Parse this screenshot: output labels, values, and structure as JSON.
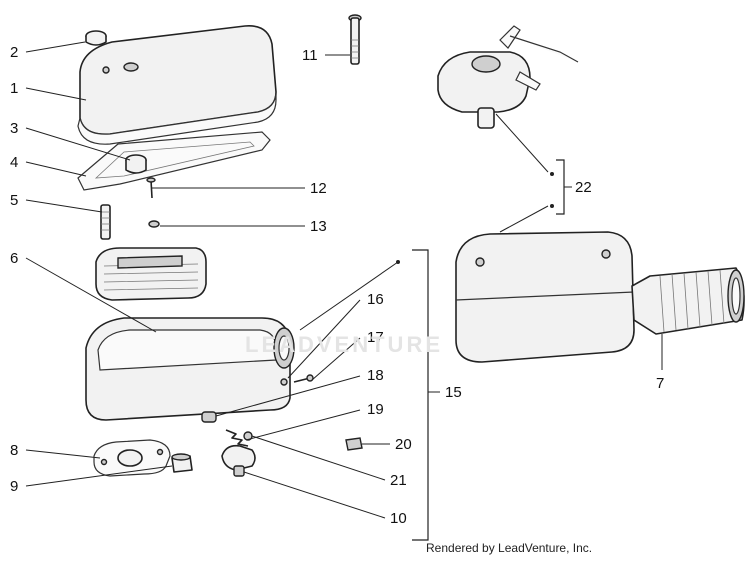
{
  "diagram": {
    "credit": "Rendered by LeadVenture, Inc.",
    "watermark": "LEADVENTURE",
    "callouts": [
      {
        "id": "c2",
        "label": "2"
      },
      {
        "id": "c1",
        "label": "1"
      },
      {
        "id": "c3",
        "label": "3"
      },
      {
        "id": "c4",
        "label": "4"
      },
      {
        "id": "c5",
        "label": "5"
      },
      {
        "id": "c6",
        "label": "6"
      },
      {
        "id": "c8",
        "label": "8"
      },
      {
        "id": "c9",
        "label": "9"
      },
      {
        "id": "c11",
        "label": "11"
      },
      {
        "id": "c12",
        "label": "12"
      },
      {
        "id": "c13",
        "label": "13"
      },
      {
        "id": "c16",
        "label": "16"
      },
      {
        "id": "c17",
        "label": "17"
      },
      {
        "id": "c18",
        "label": "18"
      },
      {
        "id": "c19",
        "label": "19"
      },
      {
        "id": "c20",
        "label": "20"
      },
      {
        "id": "c21",
        "label": "21"
      },
      {
        "id": "c10",
        "label": "10"
      },
      {
        "id": "c15",
        "label": "15"
      },
      {
        "id": "c22",
        "label": "22"
      },
      {
        "id": "c7",
        "label": "7"
      }
    ]
  }
}
